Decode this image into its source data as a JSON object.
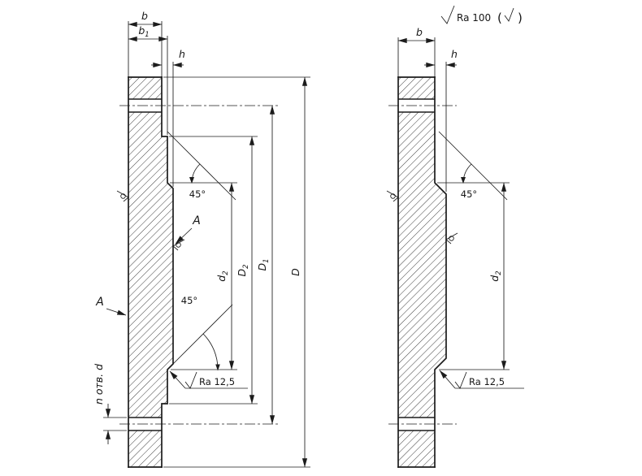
{
  "drawing": {
    "general_roughness": {
      "value": "Ra 100",
      "paren_open": "(",
      "paren_close": ")"
    },
    "left_view": {
      "dim_b": "b",
      "dim_b1_main": "b",
      "dim_b1_sub": "1",
      "dim_h": "h",
      "dim_d2_main": "d",
      "dim_d2_sub": "2",
      "dim_D2_main": "D",
      "dim_D2_sub": "2",
      "dim_D1_main": "D",
      "dim_D1_sub": "1",
      "dim_D": "D",
      "angle_top": "45°",
      "angle_bottom": "45°",
      "holes_note": "n отв. d",
      "roughness_chamfer": "Ra 12,5",
      "view_a_upper": "A",
      "view_a_left": "A"
    },
    "right_view": {
      "dim_b": "b",
      "dim_h": "h",
      "dim_d2_main": "d",
      "dim_d2_sub": "2",
      "angle_top": "45°",
      "roughness_chamfer": "Ra 12,5"
    }
  }
}
